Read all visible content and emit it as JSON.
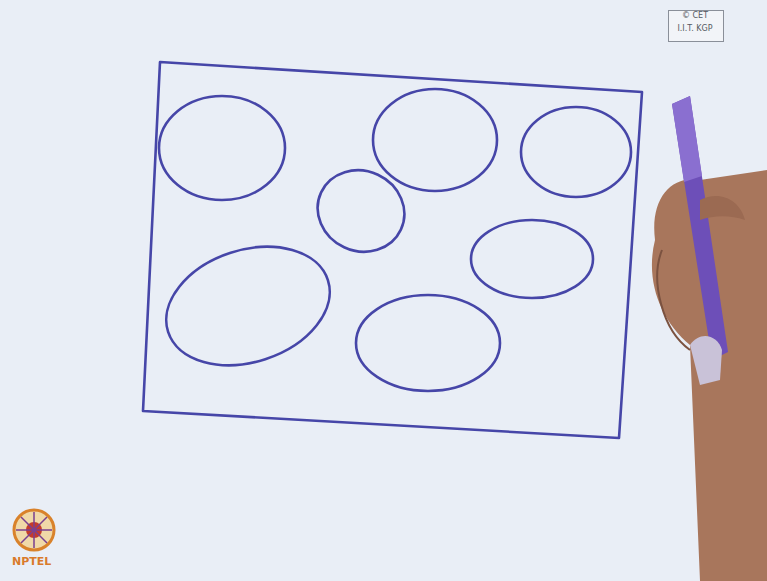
{
  "diagram": {
    "labels": [
      "© CET",
      "I.I.T. KGP",
      "NPTEL"
    ]
  }
}
